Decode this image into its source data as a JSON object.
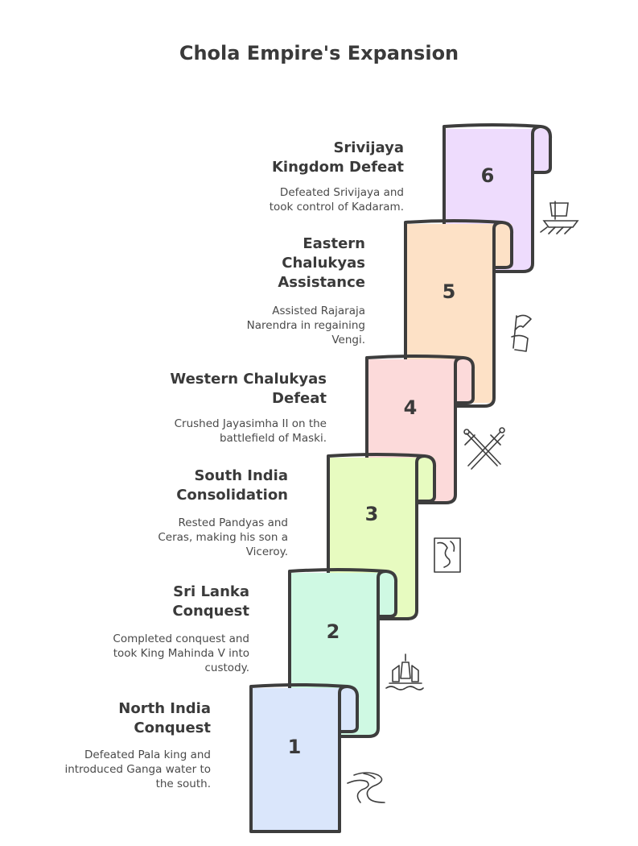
{
  "title": "Chola Empire's Expansion",
  "steps": [
    {
      "number": "1",
      "title": "North India Conquest",
      "description": "Defeated Pala king and introduced Ganga water to the south.",
      "color": "#dae6fb",
      "icon": "river-icon"
    },
    {
      "number": "2",
      "title": "Sri Lanka Conquest",
      "description": "Completed conquest and took King Mahinda V into custody.",
      "color": "#cff9e3",
      "icon": "temple-icon"
    },
    {
      "number": "3",
      "title": "South India Consolidation",
      "description": "Rested Pandyas and Ceras, making his son a Viceroy.",
      "color": "#e7fbc0",
      "icon": "map-icon"
    },
    {
      "number": "4",
      "title": "Western Chalukyas Defeat",
      "description": "Crushed Jayasimha II on the battlefield of Maski.",
      "color": "#fcdada",
      "icon": "crossed-swords-icon"
    },
    {
      "number": "5",
      "title": "Eastern Chalukyas Assistance",
      "description": "Assisted Rajaraja Narendra in regaining Vengi.",
      "color": "#fde1c6",
      "icon": "flag-icon"
    },
    {
      "number": "6",
      "title": "Srivijaya Kingdom Defeat",
      "description": "Defeated Srivijaya and took control of Kadaram.",
      "color": "#eedcfd",
      "icon": "ship-icon"
    }
  ]
}
